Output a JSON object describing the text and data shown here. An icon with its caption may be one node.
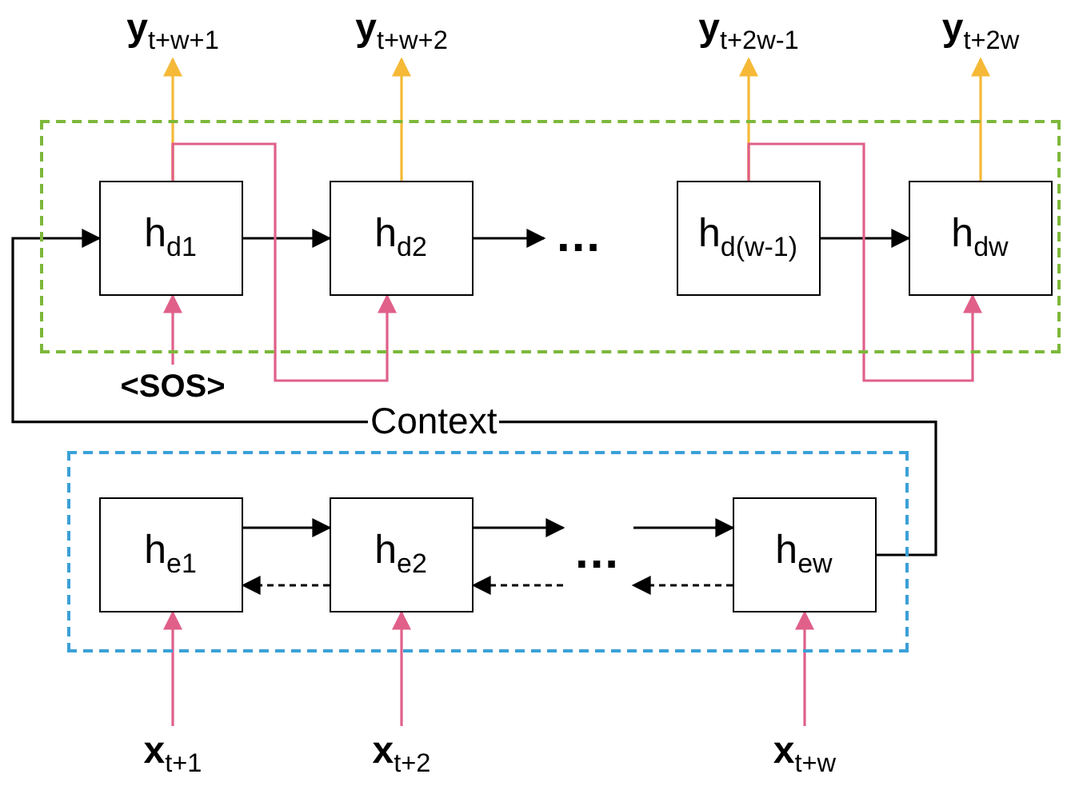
{
  "diagram": {
    "nodes": [
      {
        "text": [
          "**y**$_{t+w+1}$"
        ]
      },
      {
        "text": [
          "**y**$_{t+w+2}$"
        ]
      },
      {
        "text": [
          "**y**$_{t+2w-1}$"
        ]
      },
      {
        "text": [
          "**y**$_{t+2w}$"
        ]
      },
      {
        "text": [],
        "shape": "box"
      },
      {
        "text": [
          "h$_{d1}$"
        ],
        "in": 4
      },
      {
        "text": [
          "h$_{d2}$"
        ],
        "in": 4
      },
      {
        "text": [
          "..."
        ],
        "in": 4
      },
      {
        "text": [
          "h$_{d(w-1)}$"
        ],
        "in": 4
      },
      {
        "text": [
          "h$_{dw}$"
        ],
        "in": 4
      },
      {
        "text": [
          "<SOS>"
        ]
      },
      {
        "text": [],
        "shape": "box"
      },
      {
        "text": [
          "h$_{e1}$"
        ],
        "in": 11
      },
      {
        "text": [
          "h$_{e2}$"
        ],
        "in": 11
      },
      {
        "text": [
          "..."
        ],
        "in": 11
      },
      {
        "text": [
          "h$_{ew}$"
        ],
        "in": 11
      },
      {
        "text": [
          "**x**$_{t+1}$"
        ]
      },
      {
        "text": [
          "**x**$_{t+2}$"
        ]
      },
      {
        "text": [
          "**x**$_{t+w}$"
        ]
      }
    ],
    "edges": [
      {
        "from": 5,
        "to": 0,
        "arrow": "to",
        "color": "#f5b937"
      },
      {
        "from": 6,
        "to": 1,
        "arrow": "to",
        "color": "#f5b937"
      },
      {
        "from": 8,
        "to": 2,
        "arrow": "to",
        "color": "#f5b937"
      },
      {
        "from": 9,
        "to": 3,
        "arrow": "to",
        "color": "#f5b937"
      },
      {
        "from": 5,
        "to": 6,
        "arrow": "to"
      },
      {
        "from": 6,
        "to": 7,
        "arrow": "to"
      },
      {
        "from": 8,
        "to": 9,
        "arrow": "to"
      },
      {
        "from": 5,
        "to": 6,
        "arrow": "to",
        "color": "#e0608a"
      },
      {
        "from": 8,
        "to": 9,
        "arrow": "to",
        "color": "#e0608a"
      },
      {
        "from": 10,
        "to": 5,
        "arrow": "to",
        "color": "#e0608a"
      },
      {
        "from": 15,
        "to": 5,
        "arrow": "to",
        "label": "Context"
      },
      {
        "from": 12,
        "to": 13,
        "arrow": "to"
      },
      {
        "from": 13,
        "to": 14,
        "arrow": "to"
      },
      {
        "from": 14,
        "to": 15,
        "arrow": "to"
      },
      {
        "from": 13,
        "to": 12,
        "arrow": "to",
        "style": "dashed"
      },
      {
        "from": 14,
        "to": 13,
        "arrow": "to",
        "style": "dashed"
      },
      {
        "from": 15,
        "to": 14,
        "arrow": "to",
        "style": "dashed"
      },
      {
        "from": 16,
        "to": 12,
        "arrow": "to",
        "color": "#e0608a"
      },
      {
        "from": 17,
        "to": 13,
        "arrow": "to",
        "color": "#e0608a"
      },
      {
        "from": 18,
        "to": 15,
        "arrow": "to",
        "color": "#e0608a"
      }
    ]
  }
}
